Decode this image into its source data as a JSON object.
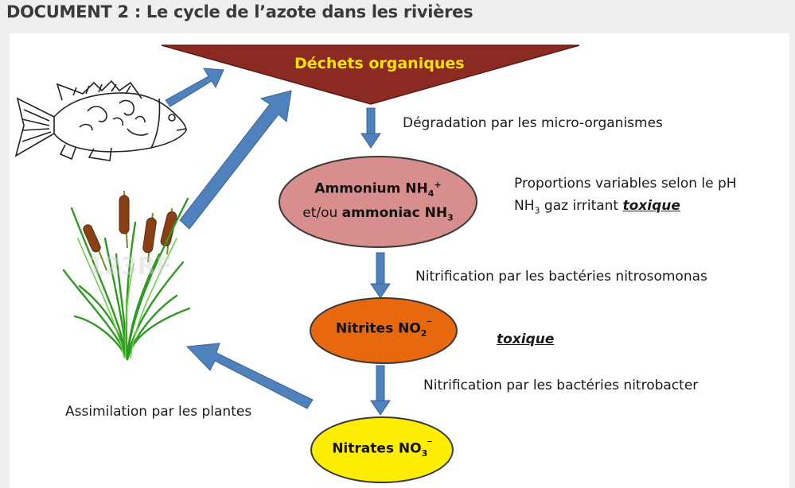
{
  "title": "DOCUMENT 2 : Le cycle de l’azote dans les rivières",
  "nodes": {
    "dechets": "Déchets organiques",
    "ammonium_line1": "Ammonium NH",
    "ammonium_sub": "4",
    "ammonium_sup": "+",
    "ammonium_line2_prefix": "et/ou ",
    "ammonium_line2_bold": "ammoniac NH",
    "ammonium_line2_sub": "3",
    "nitrites": "Nitrites NO",
    "nitrites_sub": "2",
    "nitrites_sup": "‾",
    "nitrates": "Nitrates NO",
    "nitrates_sub": "3",
    "nitrates_sup": "‾"
  },
  "labels": {
    "degradation": "Dégradation par les micro-organismes",
    "proportions": "Proportions variables selon le pH",
    "nh3_prefix": "NH",
    "nh3_sub": "3",
    "nh3_rest": " gaz irritant ",
    "toxique_1": "toxique",
    "nitrosomonas": "Nitrification par les bactéries nitrosomonas",
    "toxique_2": "toxique",
    "nitrobacter": "Nitrification par les bactéries nitrobacter",
    "assimilation": "Assimilation par les plantes"
  },
  "watermark": "123RF",
  "colors": {
    "triangle": "#8b2a22",
    "triangle_text": "#ffe400",
    "ammonium": "#d98e8e",
    "nitrites": "#e8690d",
    "nitrates": "#ffee00",
    "arrow": "#4f81bd"
  }
}
